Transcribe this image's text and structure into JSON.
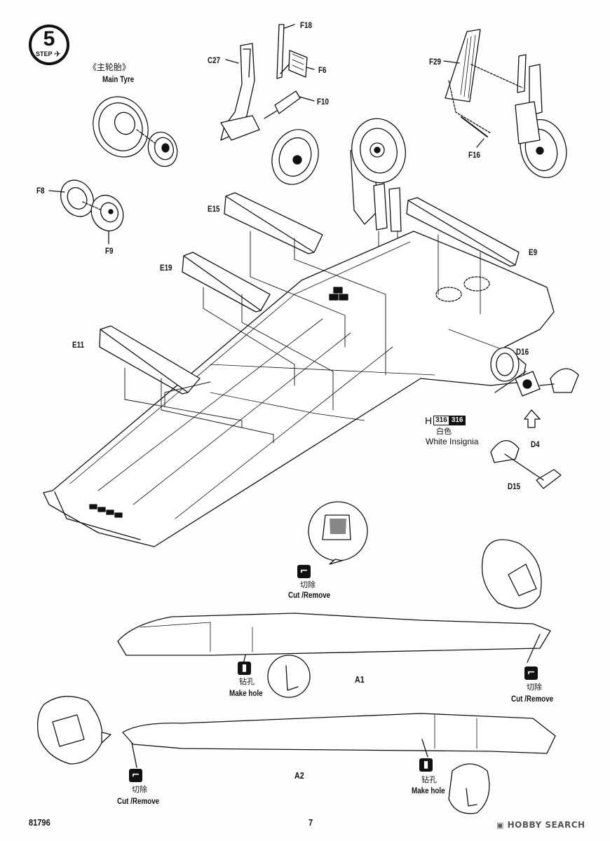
{
  "step": {
    "number": "5",
    "word": "STEP"
  },
  "main_tyre": {
    "cn": "《主轮胎》",
    "en": "Main Tyre"
  },
  "parts": {
    "F18": "F18",
    "C27": "C27",
    "F6": "F6",
    "F10": "F10",
    "F29": "F29",
    "F16": "F16",
    "F8": "F8",
    "F9": "F9",
    "E15": "E15",
    "E9": "E9",
    "E19": "E19",
    "E11": "E11",
    "D16": "D16",
    "D4": "D4",
    "D15": "D15",
    "A1": "A1",
    "A2": "A2"
  },
  "paint": {
    "letter": "H",
    "code1": "316",
    "code2": "316",
    "cn": "白色",
    "en": "White Insignia"
  },
  "notes": {
    "cut_remove_cn": "切除",
    "cut_remove_en": "Cut /Remove",
    "make_hole_cn": "钻孔",
    "make_hole_en": "Make hole"
  },
  "footer": {
    "kit_number": "81796",
    "page": "7",
    "watermark": "HOBBY SEARCH"
  },
  "icons": [
    "step-badge-icon",
    "cut-remove-icon",
    "make-hole-icon",
    "attention-arrow-icon"
  ]
}
